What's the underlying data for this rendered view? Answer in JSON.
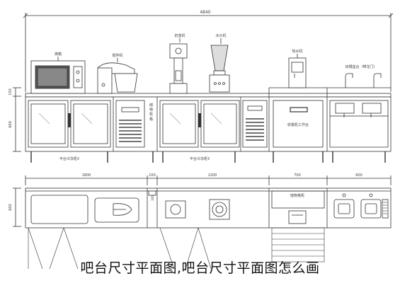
{
  "caption": "吧台尺寸平面图,吧台尺寸平面图怎么画",
  "elevation": {
    "overall_dim": "4840",
    "height_dims": {
      "top": "150",
      "body": "600"
    },
    "appliances": {
      "microwave": "烤箱",
      "mixer": "搅拌机",
      "shaker": "奶昔机",
      "blender": "冰沙机",
      "water_heater": "热水机",
      "sink_unit": "双槽盆台（带龙门）"
    },
    "cabinets": {
      "fridge_2": "平台冷冻柜2",
      "fridge_3": "平台冷冻柜3",
      "storage_label": "储 物 柜 格",
      "drawer_station": "收银机工作台"
    }
  },
  "plan": {
    "dims": [
      "1800",
      "100",
      "1200",
      "700",
      "600"
    ],
    "left_side_dim": "600",
    "small_dim": "300",
    "cash_label": "储物格柜"
  }
}
